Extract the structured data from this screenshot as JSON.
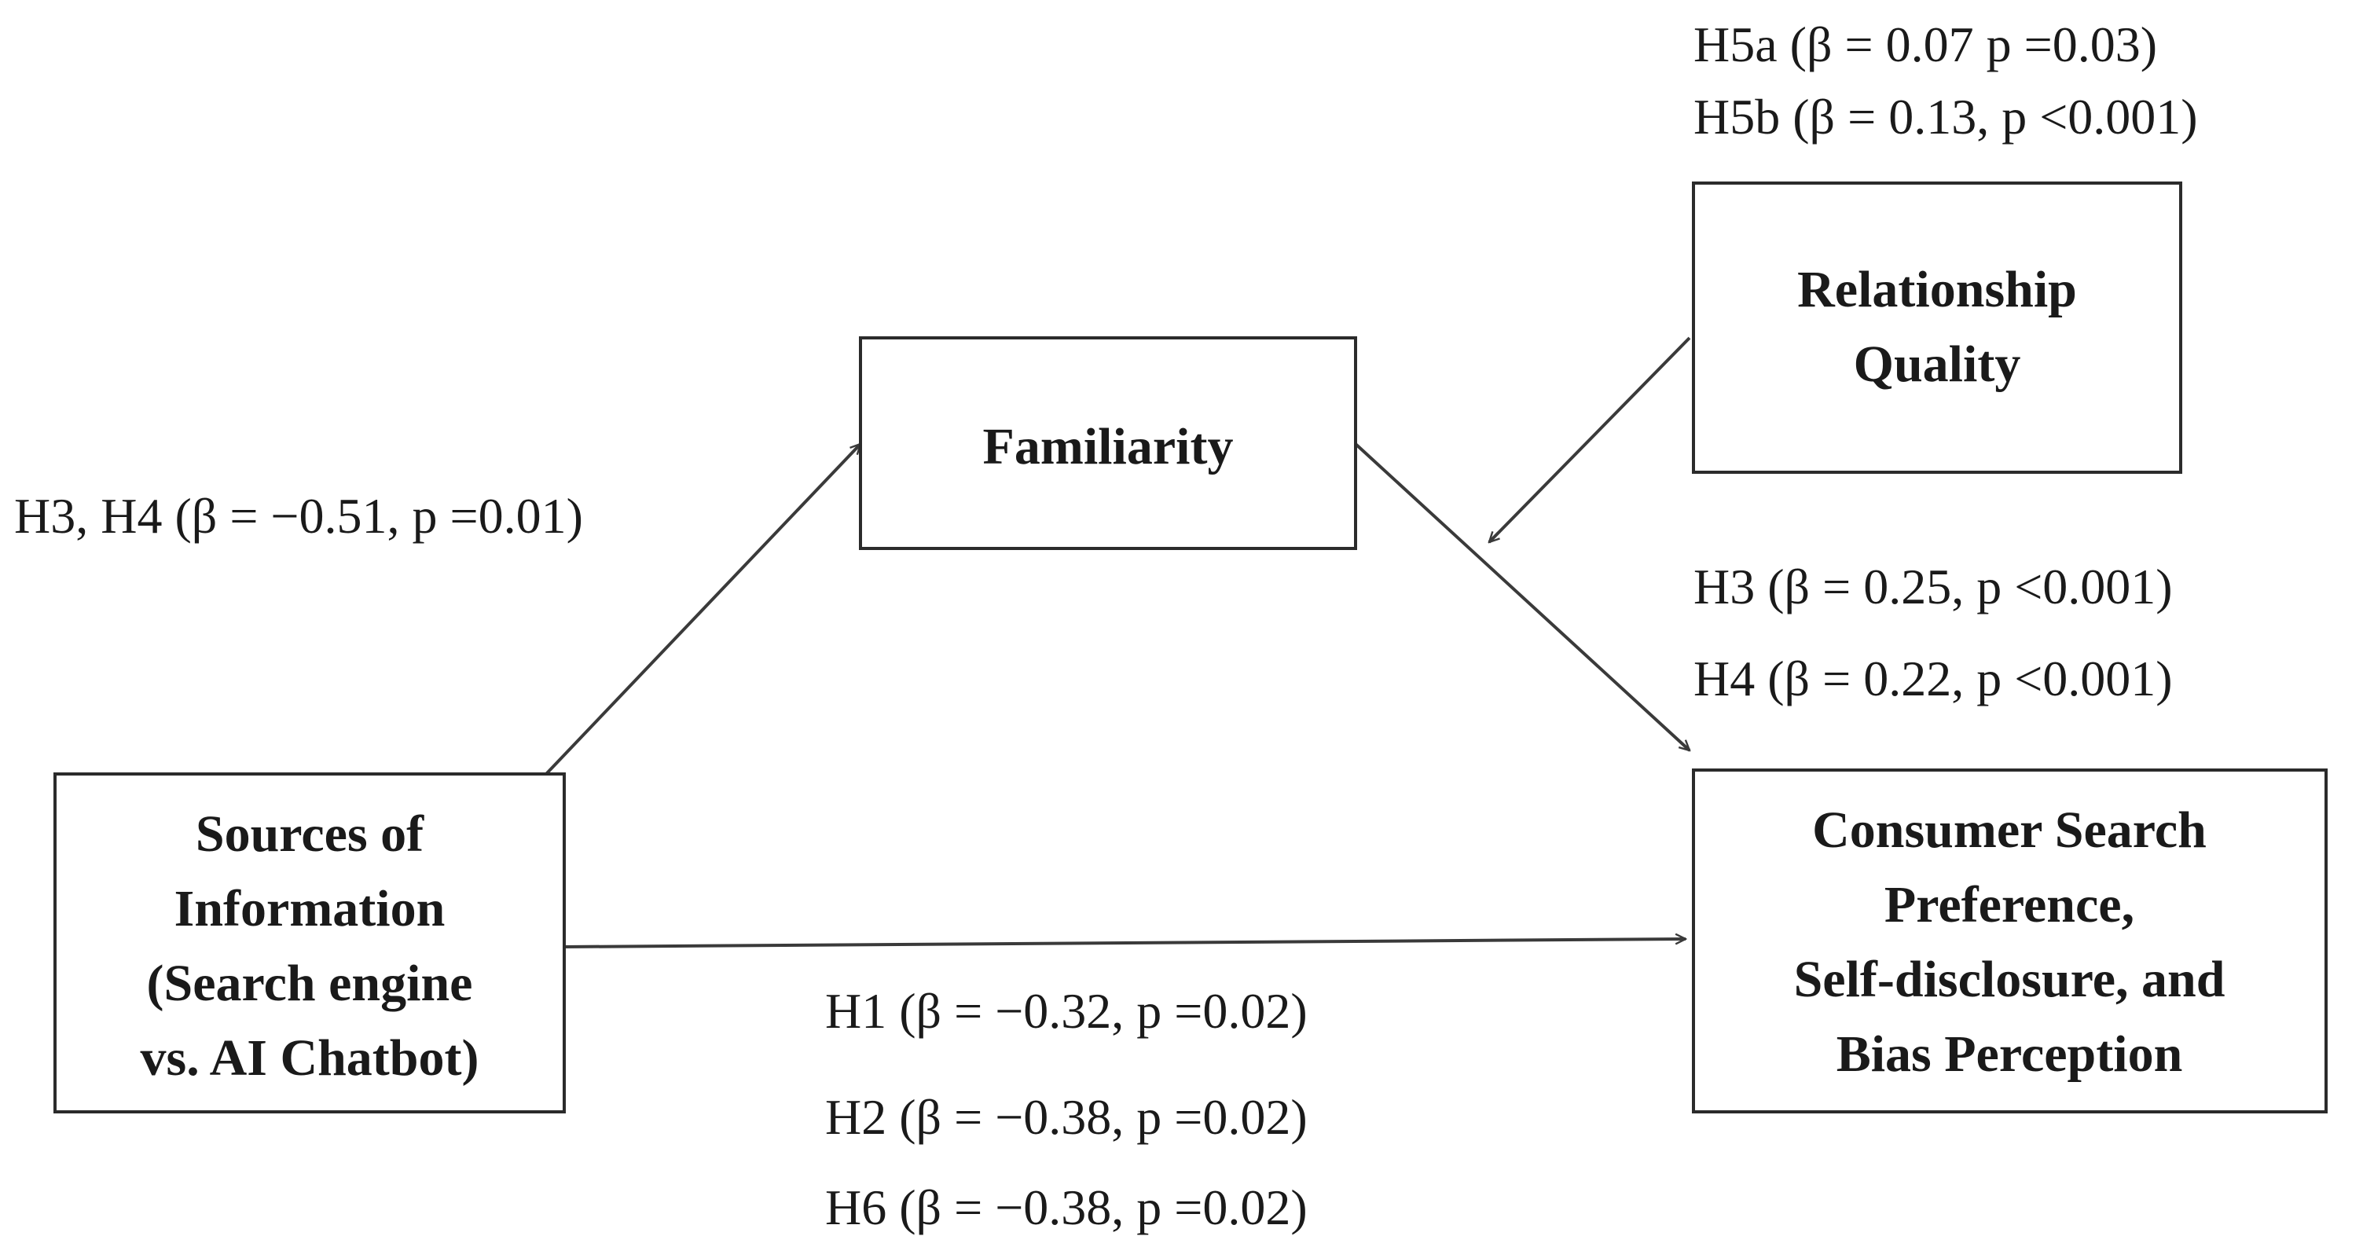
{
  "nodes": {
    "sources": [
      "Sources of",
      "Information",
      "(Search engine",
      "vs. AI Chatbot)"
    ],
    "familiarity": [
      "Familiarity"
    ],
    "relationship": [
      "Relationship",
      "Quality"
    ],
    "consumer": [
      "Consumer Search",
      "Preference,",
      "Self-disclosure, and",
      "Bias Perception"
    ]
  },
  "labels": {
    "h3h4_left": "H3, H4 (β = −0.51, p =0.01)",
    "h5a": "H5a (β = 0.07 p =0.03)",
    "h5b": "H5b (β = 0.13, p <0.001)",
    "h3_right": "H3 (β = 0.25, p  <0.001)",
    "h4_right": "H4 (β = 0.22, p  <0.001)",
    "h1": "H1 (β = −0.32, p =0.02)",
    "h2": "H2 (β = −0.38, p =0.02)",
    "h6": "H6 (β = −0.38, p =0.02)"
  }
}
